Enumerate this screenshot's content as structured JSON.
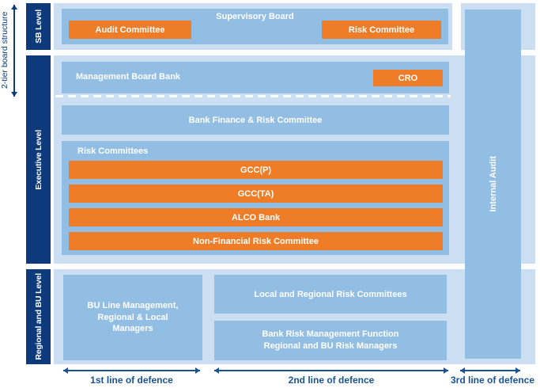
{
  "colors": {
    "navy": "#0e3a7c",
    "panel": "#cbdef2",
    "box": "#92bee4",
    "orange": "#ef7d28",
    "caption": "#1a5296"
  },
  "axis_label": "2-tier board structure",
  "levels": {
    "sb": "SB Level",
    "executive": "Executive Level",
    "regional": "Regional and BU Level"
  },
  "sb_level": {
    "supervisory_board": "Supervisory Board",
    "audit_committee": "Audit Committee",
    "risk_committee": "Risk Committee"
  },
  "executive_level": {
    "management_board": "Management Board Bank",
    "cro": "CRO",
    "bank_finance_risk": "Bank Finance & Risk Committee",
    "risk_committees_title": "Risk Committees",
    "risk_committees": [
      "GCC(P)",
      "GCC(TA)",
      "ALCO Bank",
      "Non-Financial Risk Committee"
    ]
  },
  "regional_level": {
    "bu_line_management": "BU Line Management,\nRegional & Local\nManagers",
    "local_regional_risk": "Local and Regional Risk Committees",
    "bank_risk_mgmt": "Bank Risk Management Function\nRegional and BU Risk Managers"
  },
  "internal_audit": "Internal Audit",
  "lines_of_defence": [
    "1st line of defence",
    "2nd line of defence",
    "3rd line of defence"
  ]
}
